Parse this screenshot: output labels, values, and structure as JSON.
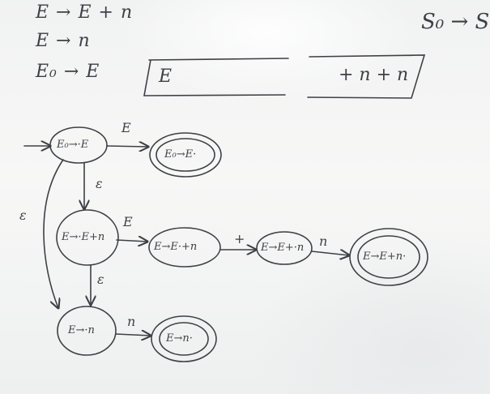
{
  "grammar": {
    "rule1": "E → E + n",
    "rule2": "E → n",
    "rule3": "E₀ → E",
    "augment": "S₀ → S"
  },
  "tape": {
    "left": "E",
    "right": "+ n + n"
  },
  "states": {
    "s0": "E₀→·E",
    "s1": "E₀→E·",
    "s2": "E→·E+n",
    "s3": "E→E·+n",
    "s4": "E→E+·n",
    "s5": "E→E+n·",
    "s6": "E→·n",
    "s7": "E→n·"
  },
  "transitions": {
    "s0_s1": "E",
    "s0_s2": "ε",
    "s0_s6": "ε",
    "s2_s3": "E",
    "s3_s4": "+",
    "s4_s5": "n",
    "s2_s6": "ε",
    "s6_s7": "n"
  }
}
